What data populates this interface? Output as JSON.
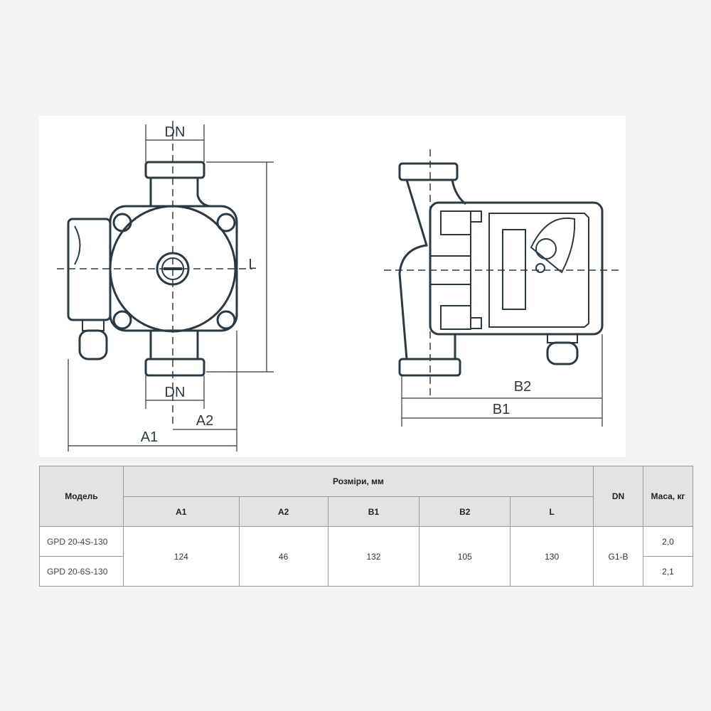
{
  "drawing": {
    "labels": {
      "dn_top": "DN",
      "dn_bottom": "DN",
      "l": "L",
      "a1": "A1",
      "a2": "A2",
      "b1": "B1",
      "b2": "B2"
    }
  },
  "table": {
    "headers": {
      "model": "Модель",
      "dimensions": "Розміри, мм",
      "dn": "DN",
      "mass": "Маса, кг"
    },
    "subheaders": [
      "A1",
      "A2",
      "B1",
      "B2",
      "L"
    ],
    "rows": [
      {
        "model": "GPD 20-4S-130",
        "mass": "2,0"
      },
      {
        "model": "GPD 20-6S-130",
        "mass": "2,1"
      }
    ],
    "shared": {
      "a1": "124",
      "a2": "46",
      "b1": "132",
      "b2": "105",
      "l": "130",
      "dn": "G1-B"
    }
  }
}
